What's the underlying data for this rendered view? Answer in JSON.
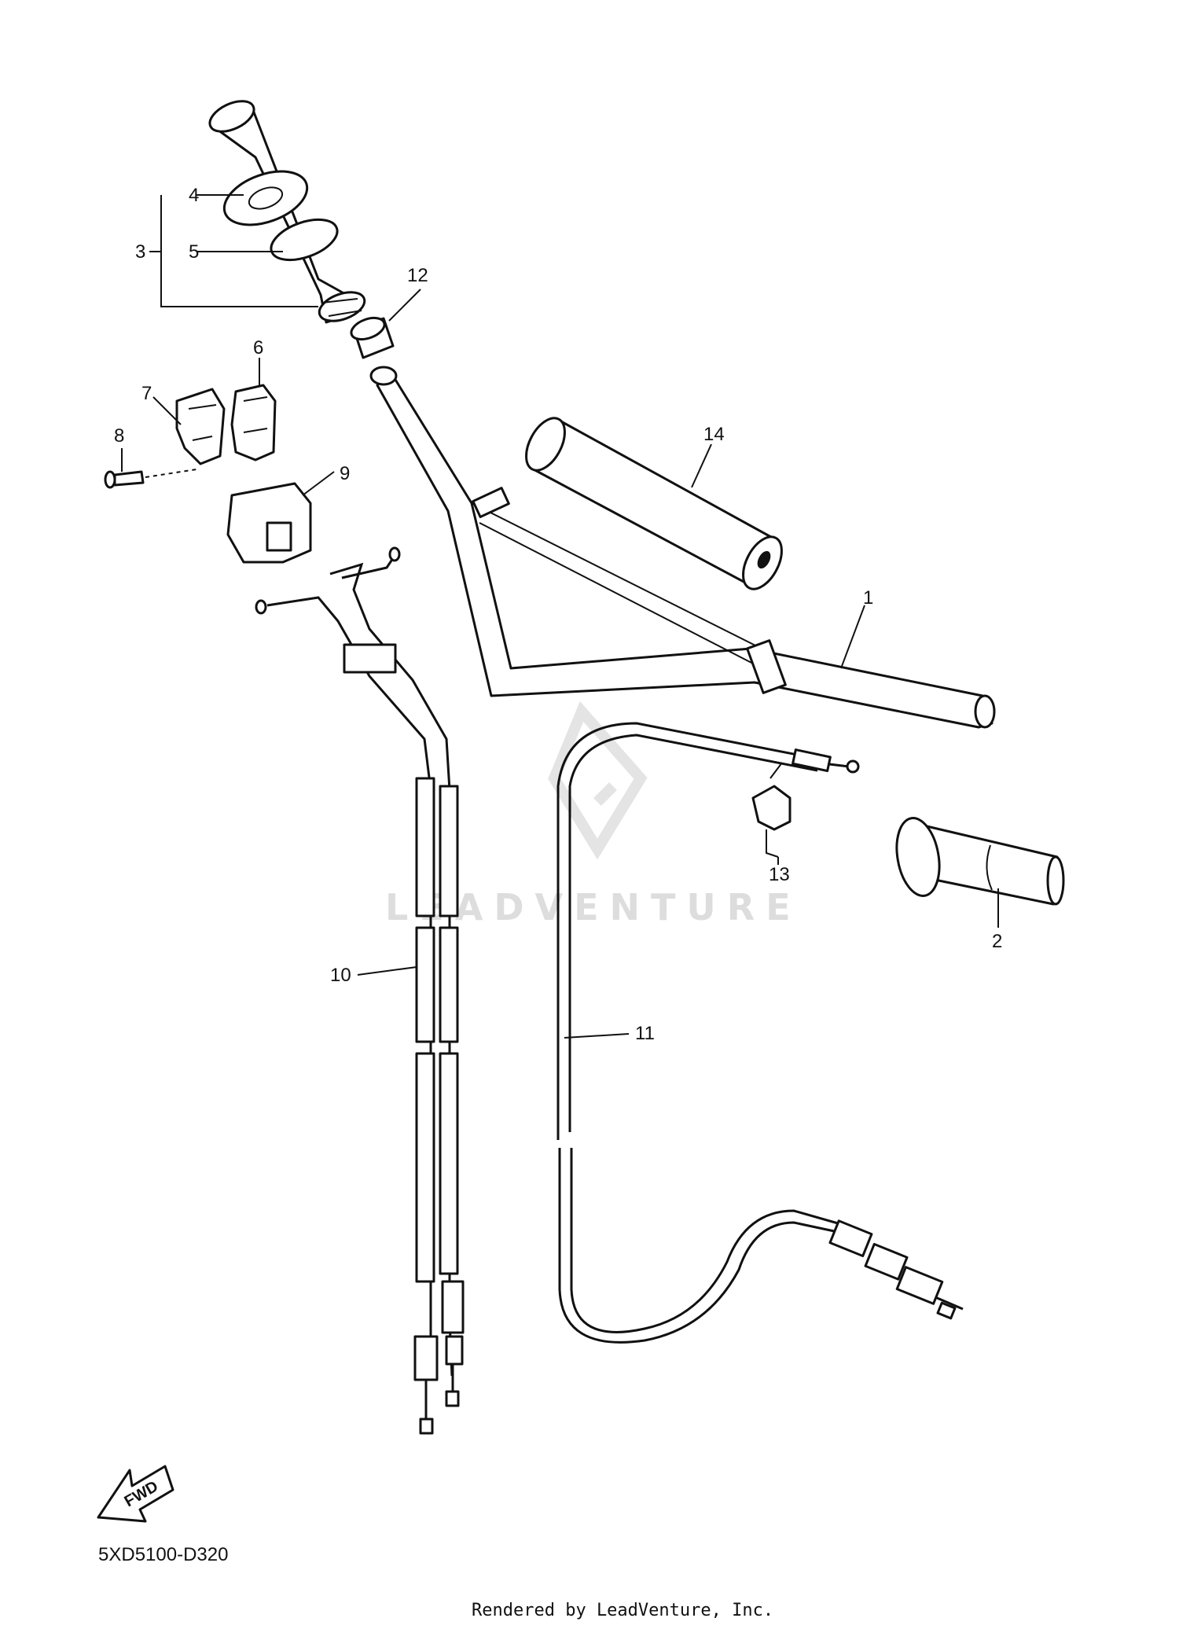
{
  "diagram": {
    "callouts": [
      "1",
      "2",
      "3",
      "4",
      "5",
      "6",
      "7",
      "8",
      "9",
      "10",
      "11",
      "12",
      "13",
      "14"
    ],
    "fwd_label": "FWD",
    "diagram_code": "5XD5100-D320",
    "watermark": "LEADVENTURE",
    "credit": "Rendered by LeadVenture, Inc."
  }
}
